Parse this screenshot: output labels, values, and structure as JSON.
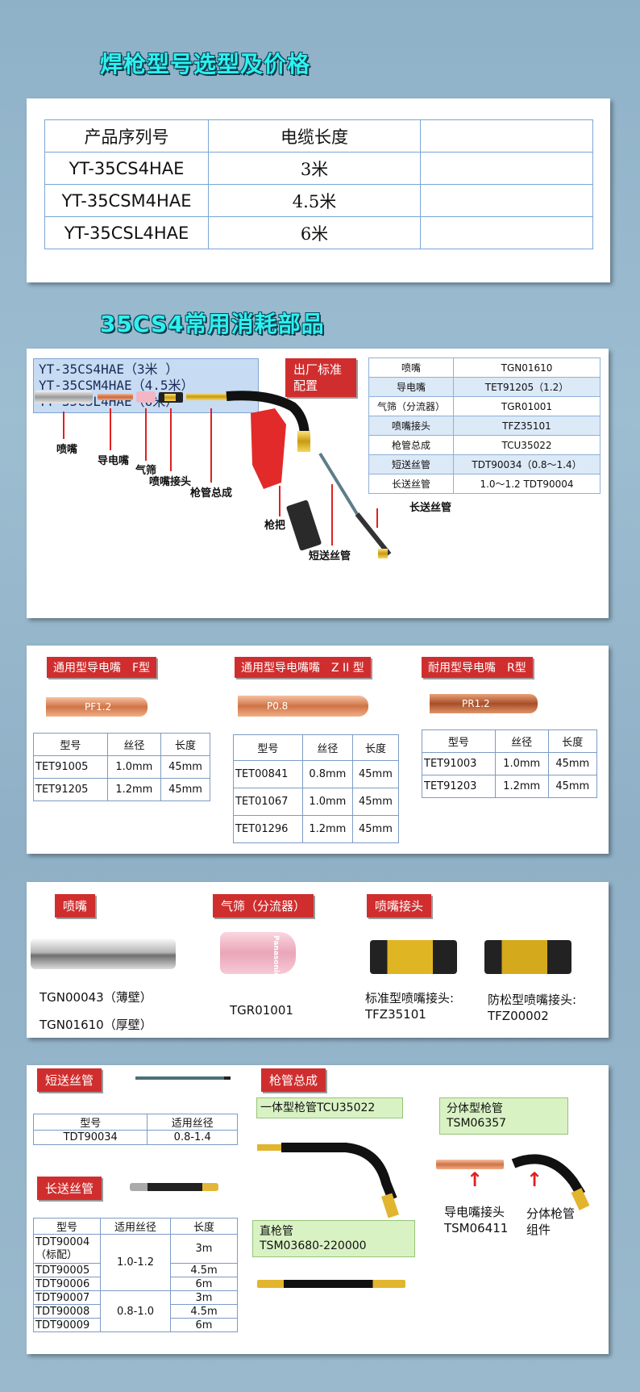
{
  "section1": {
    "title": "焊枪型号选型及价格",
    "headers": [
      "产品序列号",
      "电缆长度",
      ""
    ],
    "rows": [
      [
        "YT-35CS4HAE",
        "3米",
        ""
      ],
      [
        "YT-35CSM4HAE",
        "4.5米",
        ""
      ],
      [
        "YT-35CSL4HAE",
        "6米",
        ""
      ]
    ]
  },
  "section2": {
    "title": "35CS4常用消耗部品",
    "models": [
      "YT-35CS4HAE（3米 ）",
      "YT-35CSM4HAE（4.5米）",
      "YT-35CSL4HAE（6米）"
    ],
    "badge": "出厂标准配置",
    "specs": [
      [
        "喷嘴",
        "TGN01610"
      ],
      [
        "导电嘴",
        "TET91205（1.2）"
      ],
      [
        "气筛（分流器）",
        "TGR01001"
      ],
      [
        "喷嘴接头",
        "TFZ35101"
      ],
      [
        "枪管总成",
        "TCU35022"
      ],
      [
        "短送丝管",
        "TDT90034（0.8～1.4）"
      ],
      [
        "长送丝管",
        "1.0～1.2   TDT90004"
      ]
    ],
    "labels": {
      "nozzle": "喷嘴",
      "tip": "导电嘴",
      "diffuser": "气筛",
      "holder": "喷嘴接头",
      "neck": "枪管总成",
      "handle": "枪把",
      "short_liner": "短送丝管",
      "long_liner": "长送丝管"
    }
  },
  "tips": {
    "groups": [
      {
        "tag": "通用型导电嘴　F型",
        "marking": "PF1.2",
        "headers": [
          "型号",
          "丝径",
          "长度"
        ],
        "rows": [
          [
            "TET91005",
            "1.0mm",
            "45mm"
          ],
          [
            "TET91205",
            "1.2mm",
            "45mm"
          ]
        ]
      },
      {
        "tag": "通用型导电嘴嘴　Z II 型",
        "marking": "P0.8",
        "headers": [
          "型号",
          "丝径",
          "长度"
        ],
        "rows": [
          [
            "TET00841",
            "0.8mm",
            "45mm"
          ],
          [
            "TET01067",
            "1.0mm",
            "45mm"
          ],
          [
            "TET01296",
            "1.2mm",
            "45mm"
          ]
        ]
      },
      {
        "tag": "耐用型导电嘴　R型",
        "marking": "PR1.2",
        "headers": [
          "型号",
          "丝径",
          "长度"
        ],
        "rows": [
          [
            "TET91003",
            "1.0mm",
            "45mm"
          ],
          [
            "TET91203",
            "1.2mm",
            "45mm"
          ]
        ]
      }
    ]
  },
  "parts": {
    "nozzle_tag": "喷嘴",
    "nozzle_caps": [
      "TGN00043（薄壁）",
      "TGN01610（厚壁）"
    ],
    "diffuser_tag": "气筛（分流器）",
    "diffuser_cap": "TGR01001",
    "diffuser_brand": "Panasonic",
    "holder_tag": "喷嘴接头",
    "holder_std": [
      "标准型喷嘴接头:",
      "TFZ35101"
    ],
    "holder_lock": [
      "防松型喷嘴接头:",
      "TFZ00002"
    ]
  },
  "liners": {
    "short_tag": "短送丝管",
    "short_headers": [
      "型号",
      "适用丝径"
    ],
    "short_rows": [
      [
        "TDT90034",
        "0.8-1.4"
      ]
    ],
    "long_tag": "长送丝管",
    "long_headers": [
      "型号",
      "适用丝径",
      "长度"
    ],
    "long_models": [
      "TDT90004\n（标配）",
      "TDT90005",
      "TDT90006",
      "TDT90007",
      "TDT90008",
      "TDT90009"
    ],
    "long_wire": [
      "1.0-1.2",
      "0.8-1.0"
    ],
    "long_len": [
      "3m",
      "4.5m",
      "6m",
      "3m",
      "4.5m",
      "6m"
    ],
    "neck_tag": "枪管总成",
    "integral": "一体型枪管TCU35022",
    "split": [
      "分体型枪管",
      "TSM06357"
    ],
    "straight": [
      "直枪管",
      "TSM03680-220000"
    ],
    "split_tip": [
      "导电嘴接头",
      "TSM06411"
    ],
    "split_neck": [
      "分体枪管",
      "组件"
    ]
  }
}
